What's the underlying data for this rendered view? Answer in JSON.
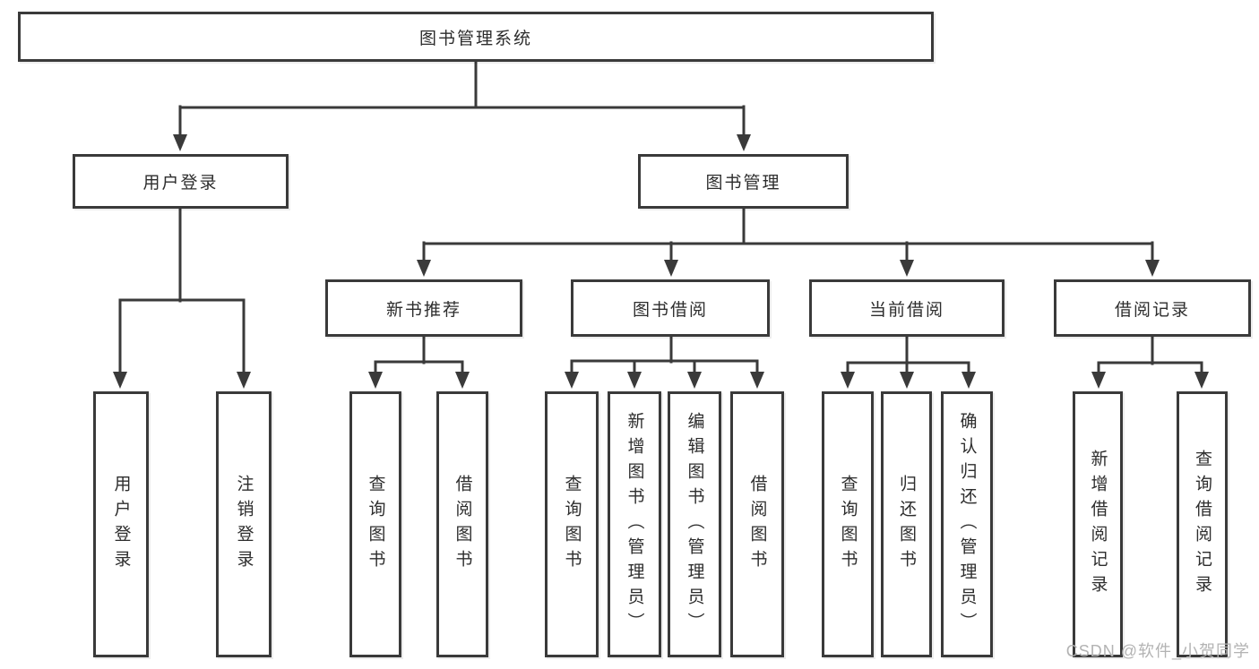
{
  "diagram": {
    "title": "图书管理系统",
    "level2": [
      {
        "label": "用户登录"
      },
      {
        "label": "图书管理"
      }
    ],
    "level3": [
      {
        "label": "新书推荐"
      },
      {
        "label": "图书借阅"
      },
      {
        "label": "当前借阅"
      },
      {
        "label": "借阅记录"
      }
    ],
    "leafGroups": [
      {
        "parent": "用户登录",
        "items": [
          "用户登录",
          "注销登录"
        ]
      },
      {
        "parent": "新书推荐",
        "items": [
          "查询图书",
          "借阅图书"
        ]
      },
      {
        "parent": "图书借阅",
        "items": [
          "查询图书",
          "新增图书（管理员）",
          "编辑图书（管理员）",
          "借阅图书"
        ]
      },
      {
        "parent": "当前借阅",
        "items": [
          "查询图书",
          "归还图书",
          "确认归还（管理员）"
        ]
      },
      {
        "parent": "借阅记录",
        "items": [
          "新增借阅记录",
          "查询借阅记录"
        ]
      }
    ]
  },
  "watermark": {
    "text": "CSDN @软件_小贺同学"
  },
  "theme": {
    "line": "#3a3a3a",
    "border": "#3a3a3a",
    "text": "#2d2d2d",
    "background": "#ffffff",
    "watermark": "#b3b3b3"
  }
}
